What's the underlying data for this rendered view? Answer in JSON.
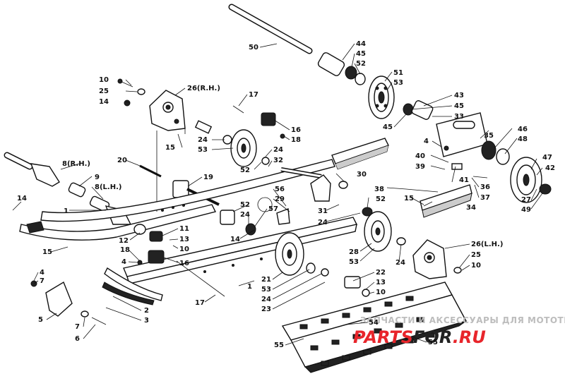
{
  "callouts": [
    {
      "id": "c50",
      "text": "50"
    },
    {
      "id": "c44",
      "text": "44"
    },
    {
      "id": "c45a",
      "text": "45"
    },
    {
      "id": "c52a",
      "text": "52"
    },
    {
      "id": "c51",
      "text": "51"
    },
    {
      "id": "c53a",
      "text": "53"
    },
    {
      "id": "c43",
      "text": "43"
    },
    {
      "id": "c45b",
      "text": "45"
    },
    {
      "id": "c33",
      "text": "33"
    },
    {
      "id": "c45c",
      "text": "45"
    },
    {
      "id": "c10a",
      "text": "10"
    },
    {
      "id": "c25a",
      "text": "25"
    },
    {
      "id": "c14a",
      "text": "14"
    },
    {
      "id": "c26rh",
      "text": "26(R.H.)"
    },
    {
      "id": "c17a",
      "text": "17"
    },
    {
      "id": "c16a",
      "text": "16"
    },
    {
      "id": "c18a",
      "text": "18"
    },
    {
      "id": "c15a",
      "text": "15"
    },
    {
      "id": "c24a",
      "text": "24"
    },
    {
      "id": "c53b",
      "text": "53"
    },
    {
      "id": "c24b",
      "text": "24"
    },
    {
      "id": "c32",
      "text": "32"
    },
    {
      "id": "c52b",
      "text": "52"
    },
    {
      "id": "c4a",
      "text": "4"
    },
    {
      "id": "c35",
      "text": "35"
    },
    {
      "id": "c46",
      "text": "46"
    },
    {
      "id": "c48",
      "text": "48"
    },
    {
      "id": "c40",
      "text": "40"
    },
    {
      "id": "c39",
      "text": "39"
    },
    {
      "id": "c47",
      "text": "47"
    },
    {
      "id": "c42",
      "text": "42"
    },
    {
      "id": "c8rh",
      "text": "8(R.H.)"
    },
    {
      "id": "c20",
      "text": "20"
    },
    {
      "id": "c9",
      "text": "9"
    },
    {
      "id": "c8lh",
      "text": "8(L.H.)"
    },
    {
      "id": "c19",
      "text": "19"
    },
    {
      "id": "c30",
      "text": "30"
    },
    {
      "id": "c38",
      "text": "38"
    },
    {
      "id": "c41",
      "text": "41"
    },
    {
      "id": "c36",
      "text": "36"
    },
    {
      "id": "c37",
      "text": "37"
    },
    {
      "id": "c27",
      "text": "27"
    },
    {
      "id": "c49",
      "text": "49"
    },
    {
      "id": "c14b",
      "text": "14"
    },
    {
      "id": "c56",
      "text": "56"
    },
    {
      "id": "c29",
      "text": "29"
    },
    {
      "id": "c52c",
      "text": "52"
    },
    {
      "id": "c52d",
      "text": "52"
    },
    {
      "id": "c24c",
      "text": "24"
    },
    {
      "id": "c57",
      "text": "57"
    },
    {
      "id": "c31",
      "text": "31"
    },
    {
      "id": "c24d",
      "text": "24"
    },
    {
      "id": "c15b",
      "text": "15"
    },
    {
      "id": "c34",
      "text": "34"
    },
    {
      "id": "c1a",
      "text": "1"
    },
    {
      "id": "c15c",
      "text": "15"
    },
    {
      "id": "c12",
      "text": "12"
    },
    {
      "id": "c11",
      "text": "11"
    },
    {
      "id": "c13a",
      "text": "13"
    },
    {
      "id": "c10b",
      "text": "10"
    },
    {
      "id": "c14c",
      "text": "14"
    },
    {
      "id": "c18b",
      "text": "18"
    },
    {
      "id": "c4b",
      "text": "4"
    },
    {
      "id": "c16b",
      "text": "16"
    },
    {
      "id": "c28",
      "text": "28"
    },
    {
      "id": "c53c",
      "text": "53"
    },
    {
      "id": "c24e",
      "text": "24"
    },
    {
      "id": "c26lh",
      "text": "26(L.H.)"
    },
    {
      "id": "c25b",
      "text": "25"
    },
    {
      "id": "c10c",
      "text": "10"
    },
    {
      "id": "c4c",
      "text": "4"
    },
    {
      "id": "c7a",
      "text": "7"
    },
    {
      "id": "c1b",
      "text": "1"
    },
    {
      "id": "c21",
      "text": "21"
    },
    {
      "id": "c53d",
      "text": "53"
    },
    {
      "id": "c24f",
      "text": "24"
    },
    {
      "id": "c23",
      "text": "23"
    },
    {
      "id": "c22",
      "text": "22"
    },
    {
      "id": "c13b",
      "text": "13"
    },
    {
      "id": "c10d",
      "text": "10"
    },
    {
      "id": "c2",
      "text": "2"
    },
    {
      "id": "c3",
      "text": "3"
    },
    {
      "id": "c17b",
      "text": "17"
    },
    {
      "id": "c5",
      "text": "5"
    },
    {
      "id": "c7b",
      "text": "7"
    },
    {
      "id": "c6",
      "text": "6"
    },
    {
      "id": "c54",
      "text": "54"
    },
    {
      "id": "c55a",
      "text": "55"
    },
    {
      "id": "c55b",
      "text": "55"
    }
  ],
  "watermark": {
    "caption": "ЗАПЧАСТИ И АКСЕССУАРЫ ДЛЯ МОТОТЕХНИКИ",
    "brand_part1": "PARTS",
    "brand_part2": "FOR",
    "brand_part3": ".RU",
    "brand_color_main": "#e8252b",
    "brand_color_accent": "#222222"
  }
}
